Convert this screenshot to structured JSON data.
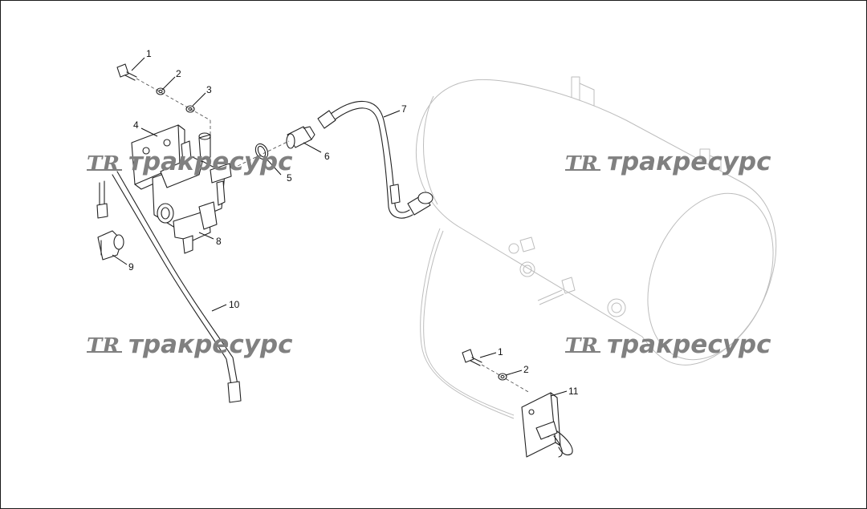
{
  "watermark": {
    "logo": "TR",
    "text": "тракресурс"
  },
  "callouts": [
    "1",
    "2",
    "3",
    "4",
    "5",
    "6",
    "7",
    "8",
    "9",
    "10",
    "1",
    "2",
    "11"
  ],
  "colors": {
    "line": "#222222",
    "ghost": "#bdbdbd",
    "watermark": "#808080",
    "frame": "#1a1a1a"
  }
}
